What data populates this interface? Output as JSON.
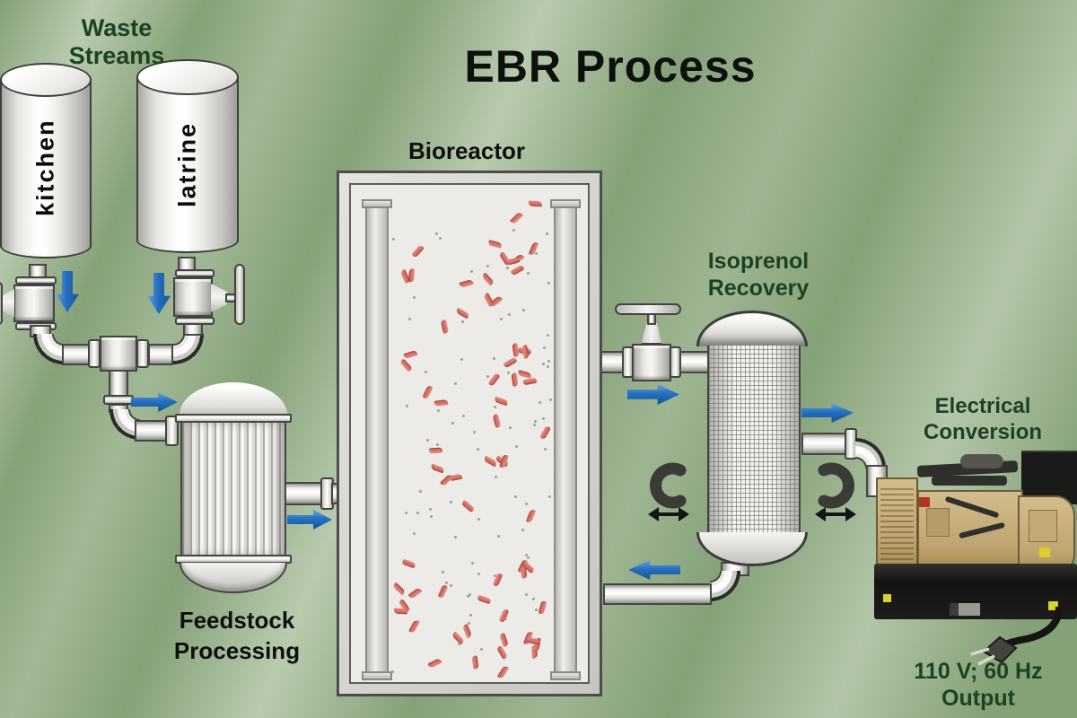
{
  "title": "EBR Process",
  "sections": {
    "waste_streams": {
      "label_line1": "Waste",
      "label_line2": "Streams",
      "tanks": [
        {
          "label": "kitchen"
        },
        {
          "label": "latrine"
        }
      ]
    },
    "feedstock": {
      "label_line1": "Feedstock",
      "label_line2": "Processing"
    },
    "bioreactor": {
      "label": "Bioreactor"
    },
    "isoprenol": {
      "label_line1": "Isoprenol",
      "label_line2": "Recovery"
    },
    "electrical": {
      "label_line1": "Electrical",
      "label_line2": "Conversion",
      "output_line1": "110 V; 60 Hz",
      "output_line2": "Output"
    }
  },
  "icons": {
    "flow_arrow": "solid blue flow arrow",
    "shake_arrow": "black double-headed arrow",
    "magnet": "dark C-shaped agitator clamp",
    "handwheel": "valve handwheel",
    "power_plug": "electrical plug on cord"
  },
  "colors": {
    "background_base": "#85a178",
    "background_streak": "#e9f2e4",
    "label_green": "#1e4023",
    "label_black": "#0d100d",
    "arrow_blue": "#2470c2",
    "bacteria_red": "#d2685e",
    "pipe_light": "#f2f2ef",
    "metal_outline": "#464642",
    "magnet_dark": "#3a3a36",
    "generator_tan": "#c7ae7e"
  },
  "decor": {
    "bacteria_count": 66,
    "dot_count": 80
  }
}
